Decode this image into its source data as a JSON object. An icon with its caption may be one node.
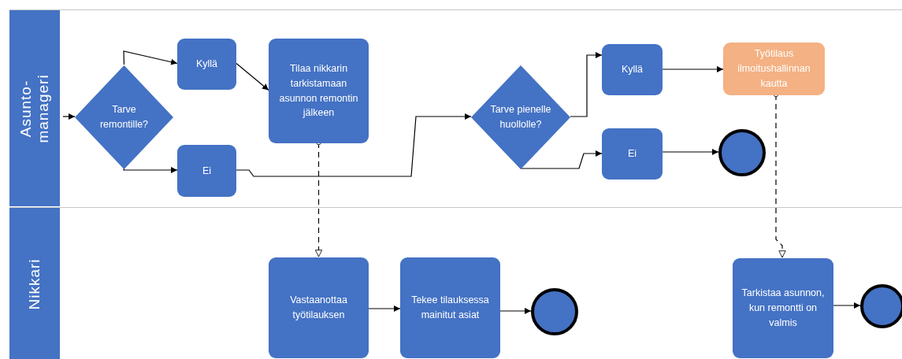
{
  "diagram": {
    "nodes": [
      {
        "text": [
          "Asunto- manageri"
        ]
      },
      {
        "text": [
          "Tarve remontille?"
        ],
        "in": 0
      },
      {
        "text": [
          "Kyllä"
        ],
        "in": 0
      },
      {
        "text": [
          "Ei"
        ],
        "in": 0
      },
      {
        "text": [
          "Tilaa nikkarin tarkistamaan asunnon remontin jälkeen"
        ],
        "in": 0
      },
      {
        "text": [
          "Tarve pienelle huollolle?"
        ],
        "in": 0
      },
      {
        "text": [
          "Kyllä"
        ],
        "in": 0
      },
      {
        "text": [
          "Ei"
        ],
        "in": 0
      },
      {
        "text": [
          "Työtilaus ilmoitushallinnan kautta"
        ],
        "in": 0
      },
      {
        "text": [],
        "shape": "circle",
        "in": 0
      },
      {
        "text": [
          "Nikkari"
        ]
      },
      {
        "text": [
          "Vastaanottaa työtilauksen"
        ],
        "in": 10
      },
      {
        "text": [
          "Tekee tilauksessa mainitut asiat"
        ],
        "in": 10
      },
      {
        "text": [],
        "shape": "circle",
        "in": 10
      },
      {
        "text": [
          "Tarkistaa asunnon, kun remontti on valmis"
        ],
        "in": 10
      },
      {
        "text": [],
        "shape": "circle",
        "in": 10
      }
    ],
    "edges": [
      {
        "from": null,
        "to": 1,
        "arrow": "to"
      },
      {
        "from": 1,
        "to": 2,
        "arrow": "to"
      },
      {
        "from": 1,
        "to": 3,
        "arrow": "to"
      },
      {
        "from": 2,
        "to": 4,
        "arrow": "to"
      },
      {
        "from": 3,
        "to": 5,
        "arrow": "to"
      },
      {
        "from": 5,
        "to": 6,
        "arrow": "to"
      },
      {
        "from": 5,
        "to": 7,
        "arrow": "to"
      },
      {
        "from": 6,
        "to": 8,
        "arrow": "to"
      },
      {
        "from": 7,
        "to": 9,
        "arrow": "to"
      },
      {
        "from": 4,
        "to": 11,
        "arrow": "to",
        "style": "dashed"
      },
      {
        "from": 8,
        "to": 14,
        "arrow": "to",
        "style": "dashed"
      },
      {
        "from": 11,
        "to": 12,
        "arrow": "to"
      },
      {
        "from": 12,
        "to": 13,
        "arrow": "to"
      },
      {
        "from": 14,
        "to": 15,
        "arrow": "to"
      }
    ]
  }
}
